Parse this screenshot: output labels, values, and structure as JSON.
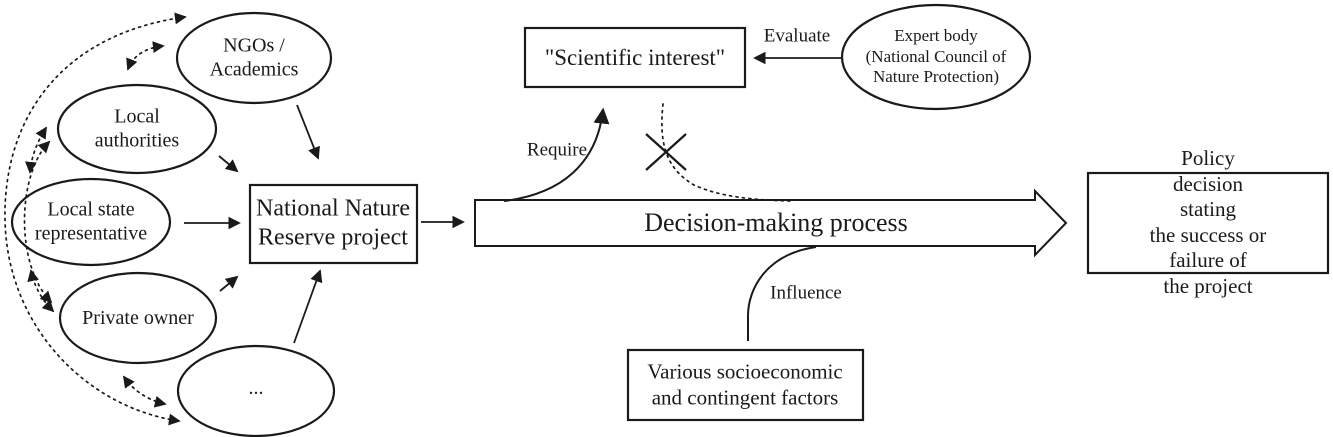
{
  "diagram": {
    "title": "National Nature Reserve decision-making diagram",
    "stakeholders": [
      {
        "id": "ngos-academics",
        "label": "NGOs /\nAcademics"
      },
      {
        "id": "local-authorities",
        "label": "Local\nauthorities"
      },
      {
        "id": "local-state-representative",
        "label": "Local state\nrepresentative"
      },
      {
        "id": "private-owner",
        "label": "Private owner"
      },
      {
        "id": "other-stakeholders",
        "label": "..."
      }
    ],
    "expert_body": {
      "label": "Expert body\n(National Council of\nNature Protection)"
    },
    "project_box": {
      "label": "National Nature\nReserve project"
    },
    "scientific_interest_box": {
      "label": "\"Scientific interest\""
    },
    "decision_process_arrow": {
      "label": "Decision-making process"
    },
    "policy_box": {
      "label": "Policy decision stating\nthe success or failure of\nthe project"
    },
    "factors_box": {
      "label": "Various socioeconomic\nand contingent factors"
    },
    "edge_labels": {
      "require": "Require",
      "evaluate": "Evaluate",
      "influence": "Influence"
    },
    "colors": {
      "ink": "#1a1a1a",
      "background": "#ffffff"
    }
  }
}
